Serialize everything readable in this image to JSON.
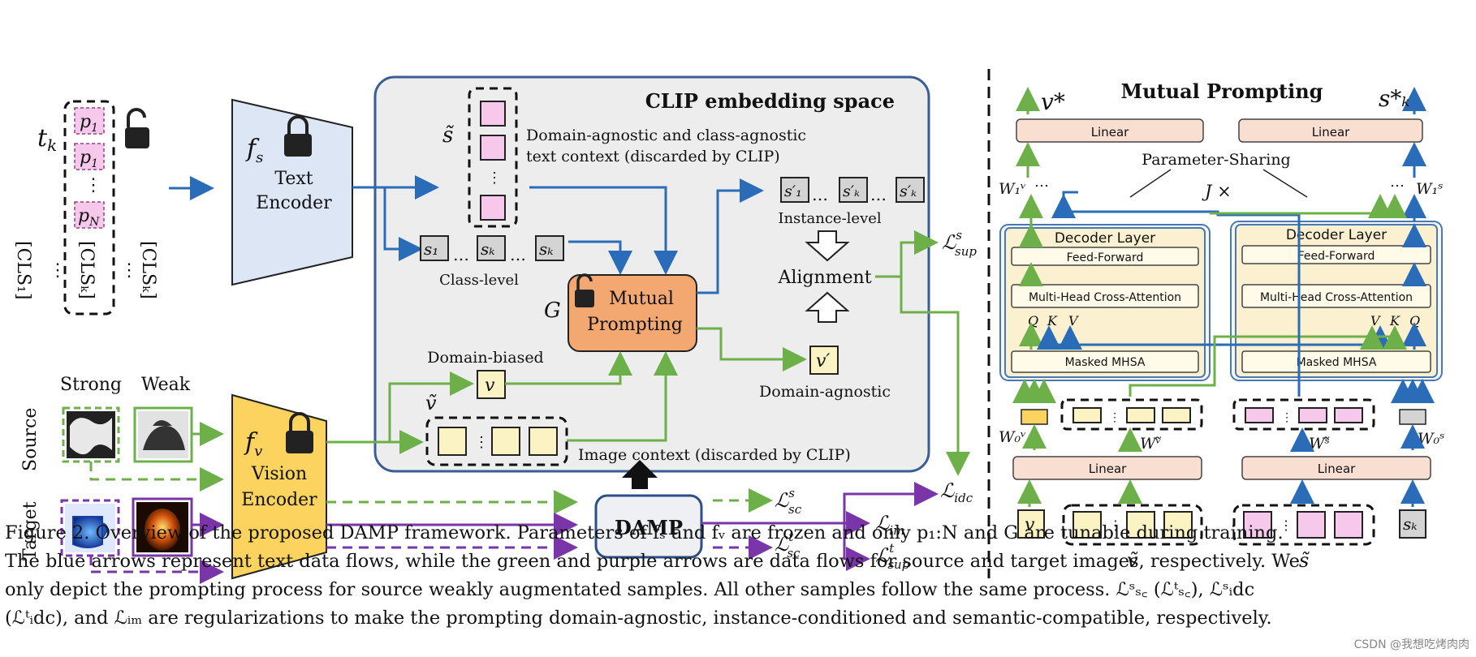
{
  "left": {
    "tk": "t",
    "tk_sub": "k",
    "p1": "p",
    "p1_sub": "1",
    "pN": "p",
    "pN_sub": "N",
    "vdots": "⋮",
    "cls_1": "[CLS₁]",
    "cls_k": "[CLSₖ]",
    "cls_K": "[CLSₖ]",
    "hdots": "…",
    "text_encoder_sym": "f",
    "text_encoder_sub": "s",
    "text_encoder_l1": "Text",
    "text_encoder_l2": "Encoder",
    "vision_encoder_sym": "f",
    "vision_encoder_sub": "v",
    "vision_encoder_l1": "Vision",
    "vision_encoder_l2": "Encoder",
    "strong": "Strong",
    "weak": "Weak",
    "source": "Source",
    "target": "Target"
  },
  "clip": {
    "title": "CLIP embedding space",
    "s_tilde": "s̃",
    "s_tilde_desc_l1": "Domain-agnostic and class-agnostic",
    "s_tilde_desc_l2": "text context (discarded by CLIP)",
    "s1": "s₁",
    "sk": "sₖ",
    "sK": "sₖ",
    "class_level": "Class-level",
    "s1p": "s′₁",
    "skp": "s′ₖ",
    "sKp": "s′ₖ",
    "instance_level": "Instance-level",
    "alignment": "Alignment",
    "G": "G",
    "mutual_l1": "Mutual",
    "mutual_l2": "Prompting",
    "domain_biased": "Domain-biased",
    "v": "v",
    "v_tilde": "ṽ",
    "vprime": "v′",
    "domain_agnostic": "Domain-agnostic",
    "image_context": "Image context (discarded by CLIP)",
    "damp": "DAMP"
  },
  "losses": {
    "sup_s": "ℒ",
    "sup_s_sup": "s",
    "sup_s_sub": "sup",
    "sc_s": "ℒ",
    "sc_s_sup": "s",
    "sc_s_sub": "sc",
    "sc_t": "ℒ",
    "sc_t_sup": "t",
    "sc_t_sub": "sc",
    "idc": "ℒ",
    "idc_sub": "idc",
    "im": "ℒ",
    "im_sub": "im",
    "sup_t": "ℒ",
    "sup_t_sup": "t",
    "sup_t_sub": "sup"
  },
  "right": {
    "title": "Mutual Prompting",
    "vstar": "v*",
    "skstar": "s*ₖ",
    "linear": "Linear",
    "param_sharing": "Parameter-Sharing",
    "J": "J ×",
    "W1v": "W₁ᵛ",
    "W1s": "W₁ˢ",
    "dots": "⋯",
    "decoder_layer": "Decoder Layer",
    "ff": "Feed-Forward",
    "mhca": "Multi-Head Cross-Attention",
    "mmhsa": "Masked MHSA",
    "Q": "Q",
    "K": "K",
    "V": "V",
    "W0v": "W₀ᵛ",
    "W0s": "W₀ˢ",
    "Wvt": "Wᵛ̃",
    "Wst": "Wˢ̃",
    "v": "v",
    "sk": "sₖ",
    "v_tilde": "ṽ",
    "s_tilde": "s̃"
  },
  "caption": {
    "l1": "Figure 2. Overview of the proposed DAMP framework. Parameters of fₛ and fᵥ are frozen and only p₁:N and G are tunable during training.",
    "l2": "The blue arrows represent text data flows, while the green and purple arrows are data flows for source and target images, respectively. We",
    "l3": "only depict the prompting process for source weakly augmentated samples. All other samples follow the same process. ℒˢₛ꜀ (ℒᵗₛ꜀), ℒˢᵢdc",
    "l4": "(ℒᵗᵢdc), and ℒᵢₘ are regularizations to make the prompting domain-agnostic, instance-conditioned and semantic-compatible, respectively."
  },
  "watermark": "CSDN @我想吃烤肉肉",
  "colors": {
    "text_flow": "#2b6cb8",
    "source_flow": "#6db04a",
    "target_flow": "#7a36a8",
    "clip_bg": "#ededed",
    "text_encoder": "#dde6f5",
    "vision_encoder": "#fbd35e",
    "mutual_prompting": "#f3a872",
    "prompt_pink": "#f6c9ec",
    "image_ctx_yellow": "#fbf3c3"
  }
}
